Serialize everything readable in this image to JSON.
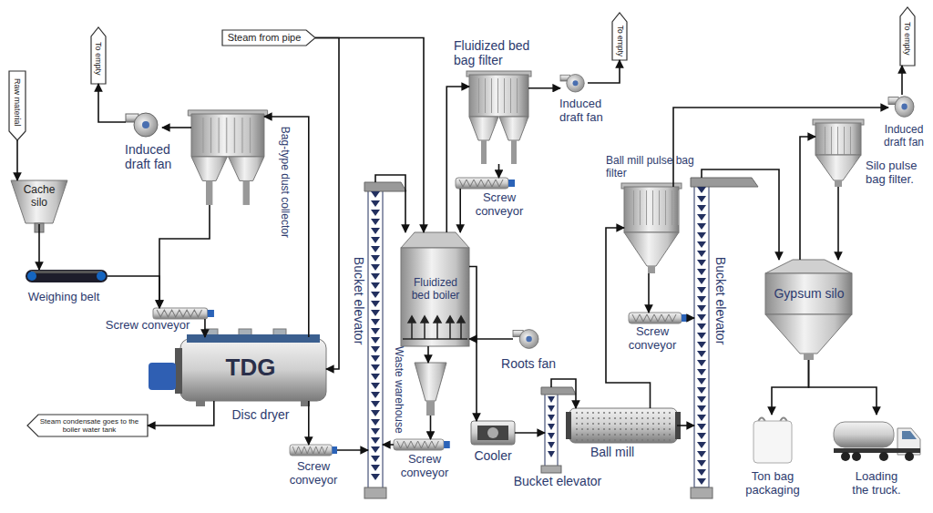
{
  "diagram": {
    "nodes": [
      {
        "text": [
          "Raw material"
        ]
      },
      {
        "text": [
          "To empty"
        ]
      },
      {
        "text": [
          "Steam from pipe"
        ]
      },
      {
        "text": [
          "Fluidized bed bag filter"
        ]
      },
      {
        "text": [
          "To empty"
        ]
      },
      {
        "text": [
          "To empty"
        ]
      },
      {
        "text": [
          "Induced draft fan"
        ]
      },
      {
        "text": [
          "Bag-type dust collector"
        ]
      },
      {
        "text": [
          "Induced draft fan"
        ]
      },
      {
        "text": [
          "Induced draft fan"
        ]
      },
      {
        "text": [
          "Cache silo"
        ]
      },
      {
        "text": [
          "Screw conveyor"
        ]
      },
      {
        "text": [
          "Ball mill pulse bag filter"
        ]
      },
      {
        "text": [
          "Silo pulse bag filter."
        ]
      },
      {
        "text": [
          "Bucket elevator"
        ]
      },
      {
        "text": [
          "Fluidized bed boiler"
        ]
      },
      {
        "text": [
          "Bucket elevator"
        ]
      },
      {
        "text": [
          "Gypsum silo"
        ]
      },
      {
        "text": [
          "Weighing belt"
        ]
      },
      {
        "text": [
          "Screw conveyor"
        ]
      },
      {
        "text": [
          "Screw conveyor"
        ]
      },
      {
        "text": [
          "TDG",
          "Disc dryer"
        ]
      },
      {
        "text": [
          "Waste warehouse"
        ]
      },
      {
        "text": [
          "Roots fan"
        ]
      },
      {
        "text": [
          "Steam condensate goes to the boiler water tank"
        ]
      },
      {
        "text": [
          "Cooler"
        ]
      },
      {
        "text": [
          "Ball mill"
        ]
      },
      {
        "text": [
          "Screw conveyor"
        ]
      },
      {
        "text": [
          "Screw conveyor"
        ]
      },
      {
        "text": [
          "Bucket elevator"
        ]
      },
      {
        "text": [
          "Ton bag packaging"
        ]
      },
      {
        "text": [
          "Loading the truck."
        ]
      }
    ],
    "edges": [
      {
        "from": 0,
        "to": 10,
        "arrow": "to"
      },
      {
        "from": 10,
        "to": 18,
        "arrow": "to"
      },
      {
        "from": 18,
        "to": 19,
        "arrow": "to"
      },
      {
        "from": 7,
        "to": 19,
        "arrow": "to"
      },
      {
        "from": 19,
        "to": 21,
        "arrow": "to"
      },
      {
        "from": 21,
        "to": 7,
        "arrow": "to"
      },
      {
        "from": 7,
        "to": 6,
        "arrow": "to"
      },
      {
        "from": 6,
        "to": 1,
        "arrow": "to"
      },
      {
        "from": 2,
        "to": 21,
        "arrow": "to"
      },
      {
        "from": 2,
        "to": 15,
        "arrow": "to"
      },
      {
        "from": 21,
        "to": 24,
        "arrow": "to"
      },
      {
        "from": 21,
        "to": 27,
        "arrow": "to"
      },
      {
        "from": 27,
        "to": 14,
        "arrow": "to"
      },
      {
        "from": 28,
        "to": 14,
        "arrow": "to"
      },
      {
        "from": 14,
        "to": 15,
        "arrow": "to"
      },
      {
        "from": 15,
        "to": 3,
        "arrow": "to"
      },
      {
        "from": 3,
        "to": 8,
        "arrow": "to"
      },
      {
        "from": 8,
        "to": 4,
        "arrow": "to"
      },
      {
        "from": 3,
        "to": 11,
        "arrow": "to"
      },
      {
        "from": 11,
        "to": 15,
        "arrow": "to"
      },
      {
        "from": 15,
        "to": 22,
        "arrow": "to"
      },
      {
        "from": 22,
        "to": 28,
        "arrow": "to"
      },
      {
        "from": 23,
        "to": 15,
        "arrow": "to"
      },
      {
        "from": 15,
        "to": 25,
        "arrow": "to"
      },
      {
        "from": 25,
        "to": 29,
        "arrow": "to"
      },
      {
        "from": 29,
        "to": 26,
        "arrow": "to"
      },
      {
        "from": 26,
        "to": 12,
        "arrow": "to"
      },
      {
        "from": 12,
        "to": 20,
        "arrow": "to"
      },
      {
        "from": 20,
        "to": 16,
        "arrow": "to"
      },
      {
        "from": 26,
        "to": 16,
        "arrow": "to"
      },
      {
        "from": 12,
        "to": 9,
        "arrow": "to"
      },
      {
        "from": 16,
        "to": 17,
        "arrow": "to"
      },
      {
        "from": 17,
        "to": 13,
        "arrow": "to"
      },
      {
        "from": 13,
        "to": 17,
        "arrow": "to"
      },
      {
        "from": 9,
        "to": 5,
        "arrow": "to"
      },
      {
        "from": 17,
        "to": 30,
        "arrow": "to"
      },
      {
        "from": 17,
        "to": 31,
        "arrow": "to"
      }
    ]
  }
}
